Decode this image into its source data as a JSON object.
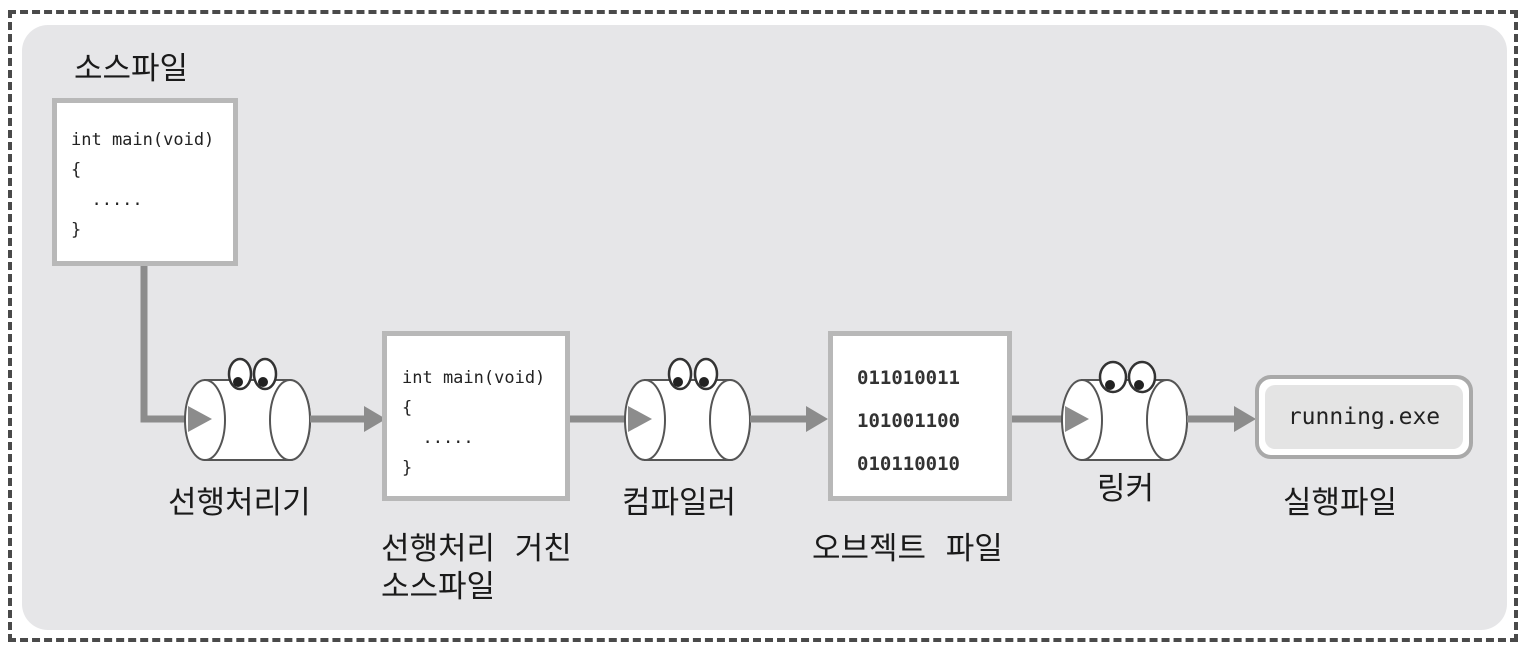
{
  "diagram": {
    "source_file": {
      "title": "소스파일",
      "code_lines": [
        "int main(void)",
        "{",
        "  .....",
        "}"
      ]
    },
    "preprocessor": {
      "label": "선행처리기"
    },
    "preprocessed_file": {
      "label_line1": "선행처리  거친",
      "label_line2": "소스파일",
      "code_lines": [
        "int main(void)",
        "{",
        "  .....",
        "}"
      ]
    },
    "compiler": {
      "label": "컴파일러"
    },
    "object_file": {
      "label": "오브젝트  파일",
      "binary_lines": [
        "011010011",
        "101001100",
        "010110010"
      ]
    },
    "linker": {
      "label": "링커"
    },
    "executable": {
      "label": "실행파일",
      "filename": "running.exe"
    },
    "colors": {
      "arrow": "#8c8c8c",
      "box_border": "#b8b8b8",
      "panel": "#e6e6e8",
      "frame": "#4a4a4a"
    }
  }
}
